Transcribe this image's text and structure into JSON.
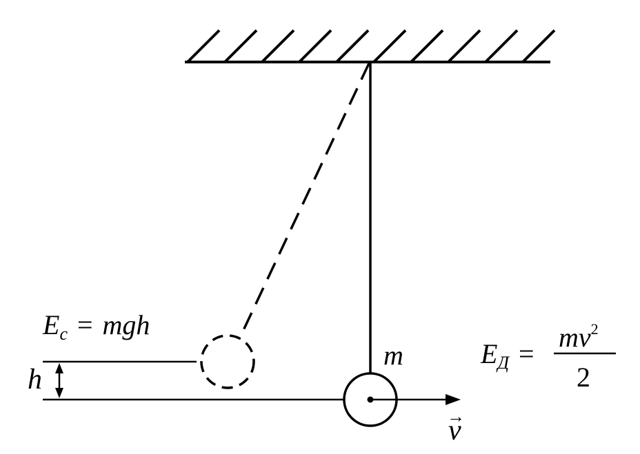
{
  "diagram": {
    "potential_energy": {
      "symbol": "E",
      "subscript": "c",
      "equals": "=",
      "expression": "mgh"
    },
    "height_label": "h",
    "mass_label": "m",
    "velocity_label": "v",
    "velocity_arrow": "→",
    "kinetic_energy": {
      "symbol": "E",
      "subscript": "Д",
      "equals": "=",
      "numerator": "mv",
      "numerator_power": "2",
      "denominator": "2"
    }
  }
}
